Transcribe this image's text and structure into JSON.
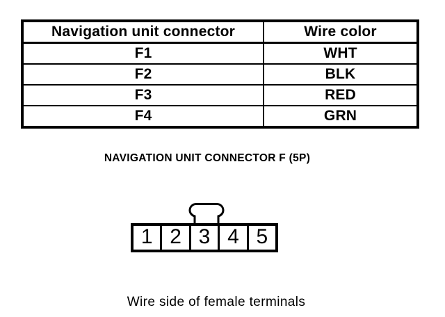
{
  "colors": {
    "ink": "#000000",
    "paper": "#ffffff"
  },
  "table": {
    "headers": [
      "Navigation unit connector",
      "Wire color"
    ],
    "rows": [
      {
        "terminal": "F1",
        "wire_color": "WHT"
      },
      {
        "terminal": "F2",
        "wire_color": "BLK"
      },
      {
        "terminal": "F3",
        "wire_color": "RED"
      },
      {
        "terminal": "F4",
        "wire_color": "GRN"
      }
    ]
  },
  "diagram": {
    "title": "NAVIGATION UNIT CONNECTOR F (5P)",
    "pins": [
      "1",
      "2",
      "3",
      "4",
      "5"
    ],
    "caption": "Wire side of female terminals"
  }
}
